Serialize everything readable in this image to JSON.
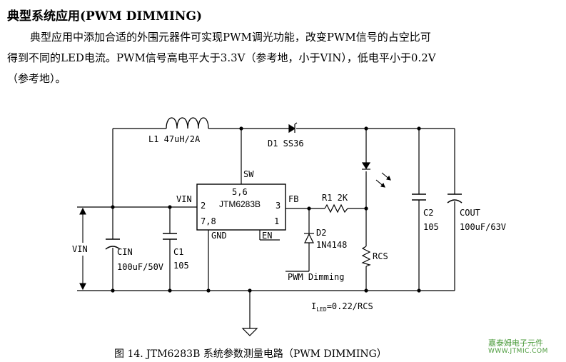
{
  "section": {
    "title": "典型系统应用(PWM DIMMING)",
    "line1": "典型应用中添加合适的外围元器件可实现PWM调光功能，改变PWM信号的占空比可",
    "line2": "得到不同的LED电流。PWM信号高电平大于3.3V（参考地，小于VIN），低电平小于0.2V",
    "line3": "（参考地）。"
  },
  "schematic": {
    "inductor": "L1 47uH/2A",
    "diode1": "D1 SS36",
    "chip_name": "JTM6283B",
    "pin_sw": "SW",
    "pin_sw_num": "5,6",
    "pin_vin": "VIN",
    "pin_vin_num": "2",
    "pin_gnd_num": "7,8",
    "pin_gnd": "GND",
    "pin_fb": "FB",
    "pin_fb_num": "3",
    "pin_en_num": "1",
    "pin_en": "EN",
    "r1": "R1 2K",
    "d2": "D2",
    "d2_part": "1N4148",
    "pwm_input": "PWM Dimming",
    "rcs": "RCS",
    "c2": "C2",
    "c2_value": "105",
    "cout": "COUT",
    "cout_value": "100uF/63V",
    "cin": "CIN",
    "cin_value": "100uF/50V",
    "c1": "C1",
    "c1_value": "105",
    "vin_label": "VIN",
    "iled_prefix": "I",
    "iled_sub": "LED",
    "iled_formula": "=0.22/RCS"
  },
  "caption": "图 14. JTM6283B 系统参数测量电路（PWM DIMMING）",
  "watermark": {
    "line1": "嘉泰姆电子元件",
    "line2": "WWW.JTMIC.COM"
  }
}
